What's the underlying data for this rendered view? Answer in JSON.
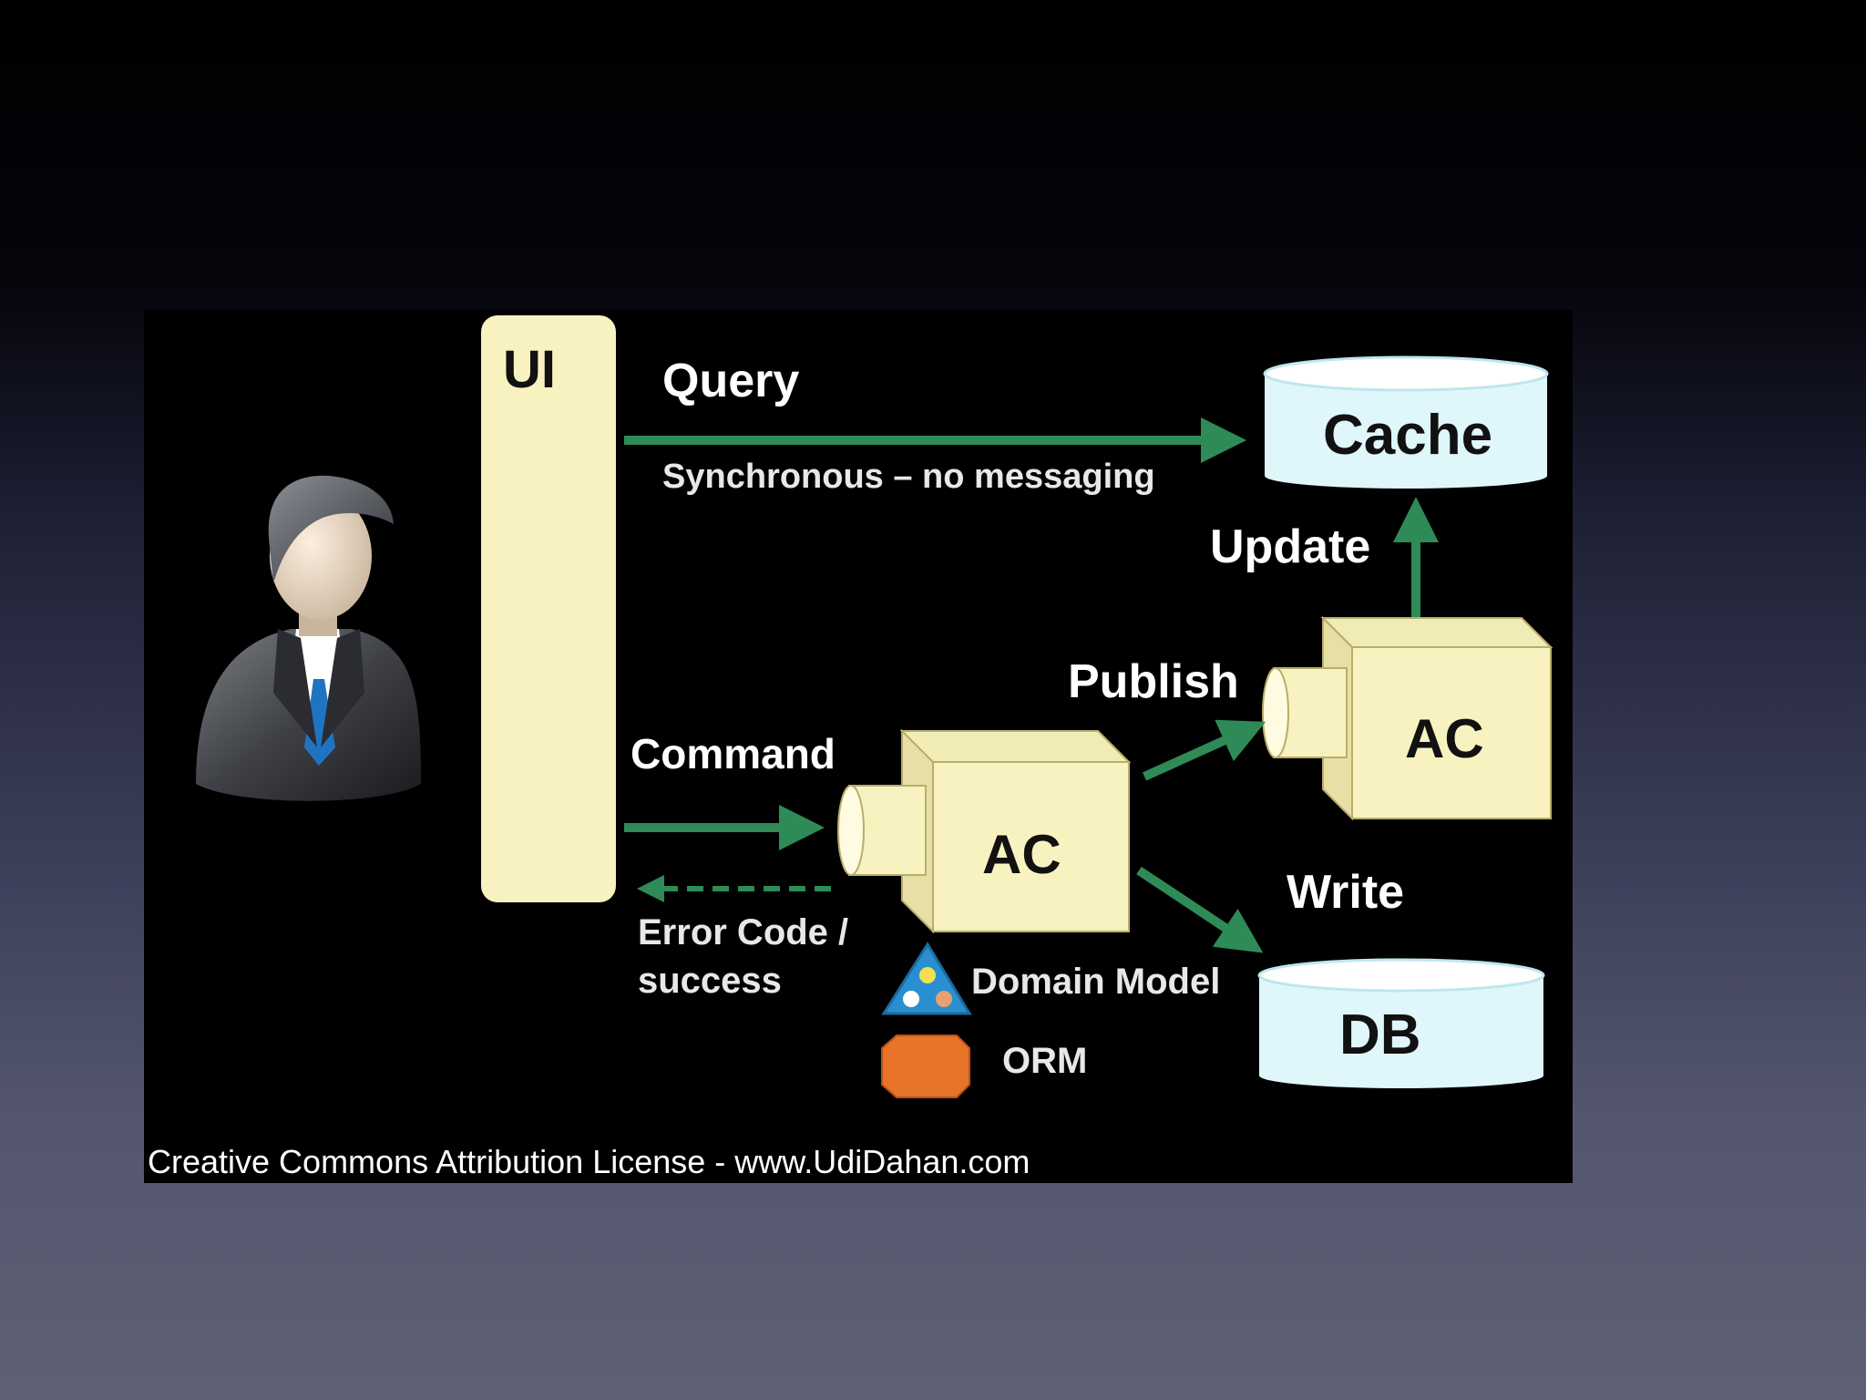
{
  "diagram": {
    "ui_label": "UI",
    "query_label": "Query",
    "query_note": "Synchronous – no messaging",
    "cache_label": "Cache",
    "update_label": "Update",
    "publish_label": "Publish",
    "command_label": "Command",
    "ac_label_main": "AC",
    "ac_label_secondary": "AC",
    "write_label": "Write",
    "error_label_line1": "Error Code /",
    "error_label_line2": "success",
    "domain_model_label": "Domain Model",
    "orm_label": "ORM",
    "db_label": "DB",
    "credit": "Creative Commons Attribution License - www.UdiDahan.com"
  },
  "colors": {
    "arrow_green": "#2e8b57",
    "component_fill": "#f8f2c0",
    "storage_fill": "#dff7fb",
    "orm_orange": "#e8742a",
    "slide_bg": "#000000"
  },
  "icons": {
    "user": "user-businessman-icon",
    "domain_model": "triangle-domain-model-icon",
    "orm": "orm-octagon-icon"
  }
}
